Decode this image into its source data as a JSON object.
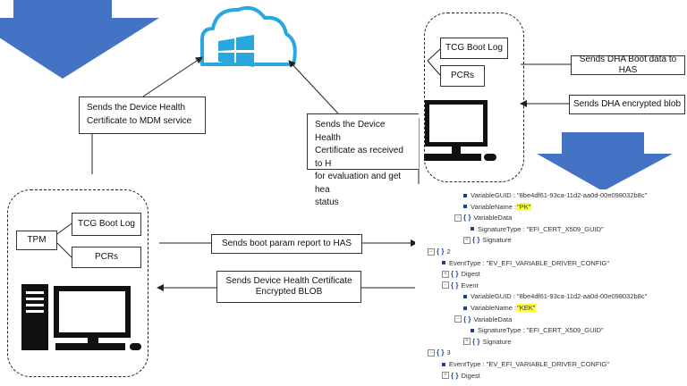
{
  "notes": {
    "mdm": [
      "Sends the Device Health",
      "Certificate to MDM service"
    ],
    "has": [
      "Sends the Device Health",
      "Certificate as received to H",
      "for evaluation and get hea",
      "status"
    ]
  },
  "top_device": {
    "tcg_boot_log": "TCG Boot Log",
    "pcrs": "PCRs"
  },
  "right_labels": {
    "sends_dha_boot": "Sends DHA Boot data to HAS",
    "sends_dha_blob": "Sends DHA encrypted blob"
  },
  "bottom_device": {
    "tpm": "TPM",
    "tcg_boot_log": "TCG Boot Log",
    "pcrs": "PCRs"
  },
  "middle_labels": {
    "boot_param": "Sends boot param report to HAS",
    "device_cert": [
      "Sends Device Health Certificate",
      "Encrypted BLOB"
    ]
  },
  "tree": {
    "rows": [
      {
        "ctl": "",
        "brace": "",
        "sq": true,
        "text": "VariableGUID : \"8be4df61-93ca-11d2-aa0d-00e098032b8c\"",
        "hl": ""
      },
      {
        "ctl": "",
        "brace": "",
        "sq": true,
        "text": "VariableName : ",
        "hl": "\"PK\""
      },
      {
        "ctl": "⊟",
        "brace": "{ }",
        "sq": false,
        "text": "VariableData",
        "hl": ""
      },
      {
        "ctl": "",
        "brace": "",
        "sq": true,
        "text": "SignatureType : \"EFI_CERT_X509_GUID\"",
        "hl": ""
      },
      {
        "ctl": "⊞",
        "brace": "{ }",
        "sq": false,
        "text": "Signature",
        "hl": ""
      },
      {
        "ctl": "⊟",
        "brace": "{ }",
        "sq": false,
        "text": "2",
        "hl": ""
      },
      {
        "ctl": "",
        "brace": "",
        "sq": true,
        "text": "EventType : \"EV_EFI_VARIABLE_DRIVER_CONFIG\"",
        "hl": ""
      },
      {
        "ctl": "⊞",
        "brace": "{ }",
        "sq": false,
        "text": "Digest",
        "hl": ""
      },
      {
        "ctl": "⊟",
        "brace": "{ }",
        "sq": false,
        "text": "Event",
        "hl": ""
      },
      {
        "ctl": "",
        "brace": "",
        "sq": true,
        "text": "VariableGUID : \"8be4df61-93ca-11d2-aa0d-00e098032b8c\"",
        "hl": ""
      },
      {
        "ctl": "",
        "brace": "",
        "sq": true,
        "text": "VariableName : ",
        "hl": "\"KEK\""
      },
      {
        "ctl": "⊟",
        "brace": "{ }",
        "sq": false,
        "text": "VariableData",
        "hl": ""
      },
      {
        "ctl": "",
        "brace": "",
        "sq": true,
        "text": "SignatureType : \"EFI_CERT_X509_GUID\"",
        "hl": ""
      },
      {
        "ctl": "⊞",
        "brace": "{ }",
        "sq": false,
        "text": "Signature",
        "hl": ""
      },
      {
        "ctl": "⊟",
        "brace": "{ }",
        "sq": false,
        "text": "3",
        "hl": ""
      },
      {
        "ctl": "",
        "brace": "",
        "sq": true,
        "text": "EventType : \"EV_EFI_VARIABLE_DRIVER_CONFIG\"",
        "hl": ""
      },
      {
        "ctl": "⊞",
        "brace": "{ }",
        "sq": false,
        "text": "Digest",
        "hl": ""
      }
    ]
  },
  "colors": {
    "arrow_blue": "#4472c4",
    "cloud_blue": "#29a8e0",
    "highlight": "#ffff3a"
  }
}
